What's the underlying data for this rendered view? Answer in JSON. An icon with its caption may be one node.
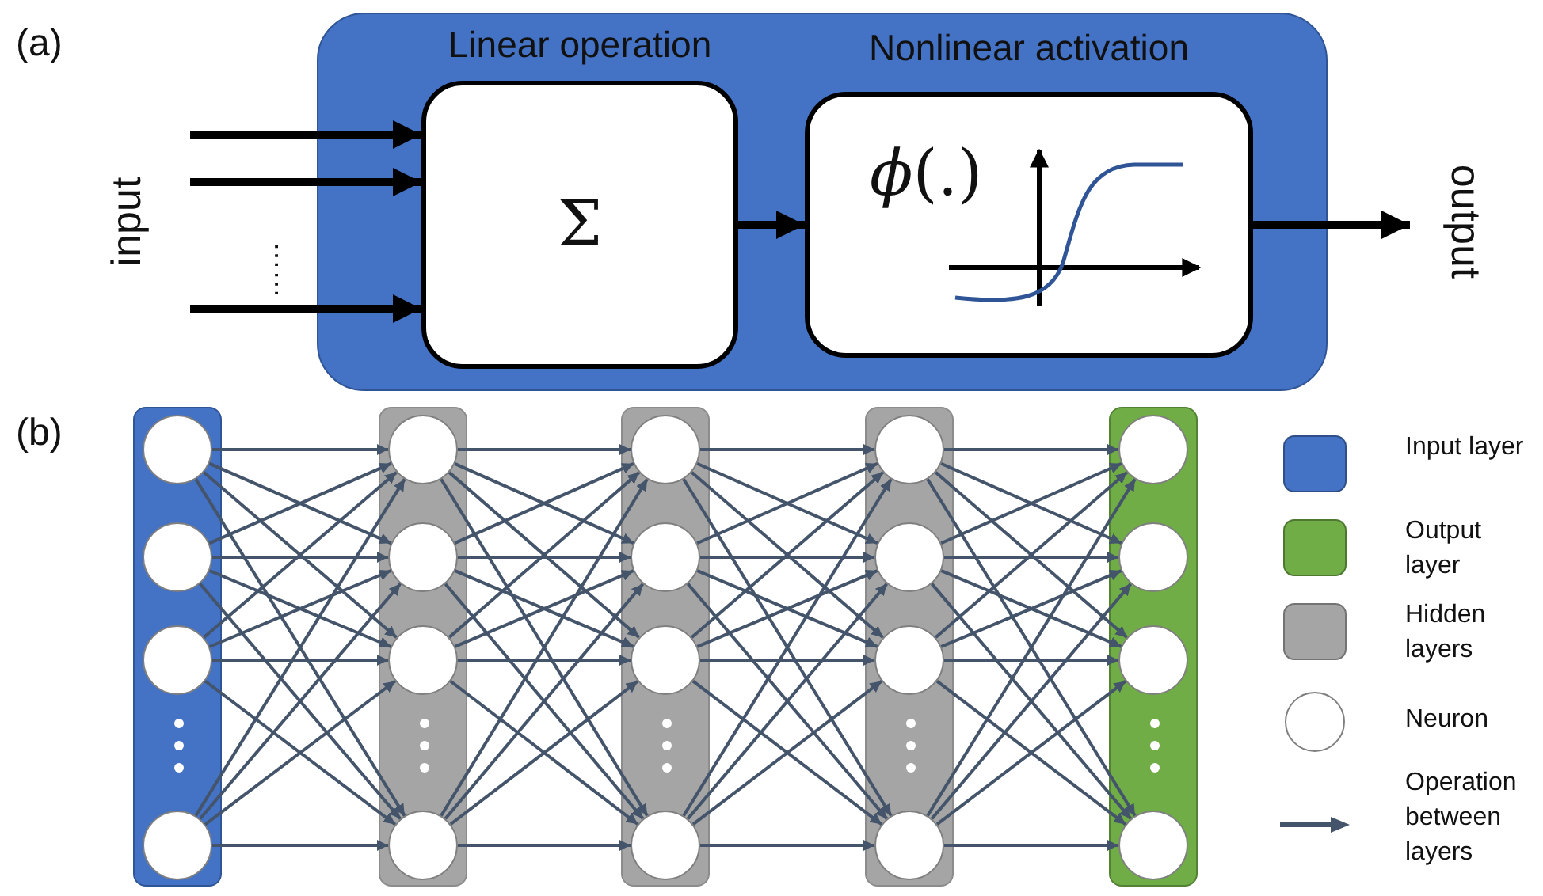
{
  "diagram": {
    "nodes": [
      {
        "text": [],
        "shape": "box"
      },
      {
        "text": [
          "Linear operation",
          "Σ"
        ],
        "in": 0
      },
      {
        "text": [
          "Nonlinear activation",
          "*ϕ*(.)"
        ],
        "in": 0
      },
      {
        "text": [
          "input"
        ]
      },
      {
        "text": [
          "output"
        ]
      },
      {
        "text": [],
        "shape": "bar"
      },
      {
        "text": [],
        "shape": "circle",
        "in": 5
      },
      {
        "text": [],
        "shape": "circle",
        "in": 5
      },
      {
        "text": [],
        "shape": "circle",
        "in": 5
      },
      {
        "text": [],
        "shape": "circle",
        "in": 5
      },
      {
        "text": [],
        "shape": "bar"
      },
      {
        "text": [],
        "shape": "circle",
        "in": 10
      },
      {
        "text": [],
        "shape": "circle",
        "in": 10
      },
      {
        "text": [],
        "shape": "circle",
        "in": 10
      },
      {
        "text": [],
        "shape": "circle",
        "in": 10
      },
      {
        "text": [],
        "shape": "bar"
      },
      {
        "text": [],
        "shape": "circle",
        "in": 15
      },
      {
        "text": [],
        "shape": "circle",
        "in": 15
      },
      {
        "text": [],
        "shape": "circle",
        "in": 15
      },
      {
        "text": [],
        "shape": "circle",
        "in": 15
      },
      {
        "text": [],
        "shape": "bar"
      },
      {
        "text": [],
        "shape": "circle",
        "in": 20
      },
      {
        "text": [],
        "shape": "circle",
        "in": 20
      },
      {
        "text": [],
        "shape": "circle",
        "in": 20
      },
      {
        "text": [],
        "shape": "circle",
        "in": 20
      },
      {
        "text": [],
        "shape": "bar"
      },
      {
        "text": [],
        "shape": "circle",
        "in": 25
      },
      {
        "text": [],
        "shape": "circle",
        "in": 25
      },
      {
        "text": [],
        "shape": "circle",
        "in": 25
      },
      {
        "text": [],
        "shape": "circle",
        "in": 25
      }
    ],
    "edges": [
      {
        "from": 3,
        "to": 1,
        "arrow": "to",
        "style": "thick",
        "color": "#000000"
      },
      {
        "from": 3,
        "to": 1,
        "arrow": "to",
        "style": "thick",
        "color": "#000000"
      },
      {
        "from": 3,
        "to": 1,
        "arrow": "to",
        "style": "thick",
        "color": "#000000"
      },
      {
        "from": 1,
        "to": 2,
        "arrow": "to",
        "style": "thick",
        "color": "#000000"
      },
      {
        "from": 2,
        "to": 4,
        "arrow": "to",
        "style": "thick",
        "color": "#000000"
      },
      {
        "from": 6,
        "to": 11,
        "arrow": "to"
      },
      {
        "from": 6,
        "to": 12,
        "arrow": "to"
      },
      {
        "from": 6,
        "to": 13,
        "arrow": "to"
      },
      {
        "from": 6,
        "to": 14,
        "arrow": "to"
      },
      {
        "from": 7,
        "to": 11,
        "arrow": "to"
      },
      {
        "from": 7,
        "to": 12,
        "arrow": "to"
      },
      {
        "from": 7,
        "to": 13,
        "arrow": "to"
      },
      {
        "from": 7,
        "to": 14,
        "arrow": "to"
      },
      {
        "from": 8,
        "to": 11,
        "arrow": "to"
      },
      {
        "from": 8,
        "to": 12,
        "arrow": "to"
      },
      {
        "from": 8,
        "to": 13,
        "arrow": "to"
      },
      {
        "from": 8,
        "to": 14,
        "arrow": "to"
      },
      {
        "from": 9,
        "to": 11,
        "arrow": "to"
      },
      {
        "from": 9,
        "to": 12,
        "arrow": "to"
      },
      {
        "from": 9,
        "to": 13,
        "arrow": "to"
      },
      {
        "from": 9,
        "to": 14,
        "arrow": "to"
      },
      {
        "from": 11,
        "to": 16,
        "arrow": "to"
      },
      {
        "from": 11,
        "to": 17,
        "arrow": "to"
      },
      {
        "from": 11,
        "to": 18,
        "arrow": "to"
      },
      {
        "from": 11,
        "to": 19,
        "arrow": "to"
      },
      {
        "from": 12,
        "to": 16,
        "arrow": "to"
      },
      {
        "from": 12,
        "to": 17,
        "arrow": "to"
      },
      {
        "from": 12,
        "to": 18,
        "arrow": "to"
      },
      {
        "from": 12,
        "to": 19,
        "arrow": "to"
      },
      {
        "from": 13,
        "to": 16,
        "arrow": "to"
      },
      {
        "from": 13,
        "to": 17,
        "arrow": "to"
      },
      {
        "from": 13,
        "to": 18,
        "arrow": "to"
      },
      {
        "from": 13,
        "to": 19,
        "arrow": "to"
      },
      {
        "from": 14,
        "to": 16,
        "arrow": "to"
      },
      {
        "from": 14,
        "to": 17,
        "arrow": "to"
      },
      {
        "from": 14,
        "to": 18,
        "arrow": "to"
      },
      {
        "from": 14,
        "to": 19,
        "arrow": "to"
      },
      {
        "from": 16,
        "to": 21,
        "arrow": "to"
      },
      {
        "from": 16,
        "to": 22,
        "arrow": "to"
      },
      {
        "from": 16,
        "to": 23,
        "arrow": "to"
      },
      {
        "from": 16,
        "to": 24,
        "arrow": "to"
      },
      {
        "from": 17,
        "to": 21,
        "arrow": "to"
      },
      {
        "from": 17,
        "to": 22,
        "arrow": "to"
      },
      {
        "from": 17,
        "to": 23,
        "arrow": "to"
      },
      {
        "from": 17,
        "to": 24,
        "arrow": "to"
      },
      {
        "from": 18,
        "to": 21,
        "arrow": "to"
      },
      {
        "from": 18,
        "to": 22,
        "arrow": "to"
      },
      {
        "from": 18,
        "to": 23,
        "arrow": "to"
      },
      {
        "from": 18,
        "to": 24,
        "arrow": "to"
      },
      {
        "from": 19,
        "to": 21,
        "arrow": "to"
      },
      {
        "from": 19,
        "to": 22,
        "arrow": "to"
      },
      {
        "from": 19,
        "to": 23,
        "arrow": "to"
      },
      {
        "from": 19,
        "to": 24,
        "arrow": "to"
      },
      {
        "from": 21,
        "to": 26,
        "arrow": "to"
      },
      {
        "from": 21,
        "to": 27,
        "arrow": "to"
      },
      {
        "from": 21,
        "to": 28,
        "arrow": "to"
      },
      {
        "from": 21,
        "to": 29,
        "arrow": "to"
      },
      {
        "from": 22,
        "to": 26,
        "arrow": "to"
      },
      {
        "from": 22,
        "to": 27,
        "arrow": "to"
      },
      {
        "from": 22,
        "to": 28,
        "arrow": "to"
      },
      {
        "from": 22,
        "to": 29,
        "arrow": "to"
      },
      {
        "from": 23,
        "to": 26,
        "arrow": "to"
      },
      {
        "from": 23,
        "to": 27,
        "arrow": "to"
      },
      {
        "from": 23,
        "to": 28,
        "arrow": "to"
      },
      {
        "from": 23,
        "to": 29,
        "arrow": "to"
      },
      {
        "from": 24,
        "to": 26,
        "arrow": "to"
      },
      {
        "from": 24,
        "to": 27,
        "arrow": "to"
      },
      {
        "from": 24,
        "to": 28,
        "arrow": "to"
      },
      {
        "from": 24,
        "to": 29,
        "arrow": "to"
      }
    ],
    "labels": [
      "(a)",
      "(b)",
      "……"
    ],
    "legend": [
      {
        "text": "Input layer",
        "color": "#4472c4"
      },
      {
        "text": "Output layer",
        "color": "#70ad47"
      },
      {
        "text": "Hidden layers",
        "color": "#a5a5a5"
      },
      {
        "text": "Neuron"
      },
      {
        "text": "Operation between layers"
      }
    ]
  }
}
